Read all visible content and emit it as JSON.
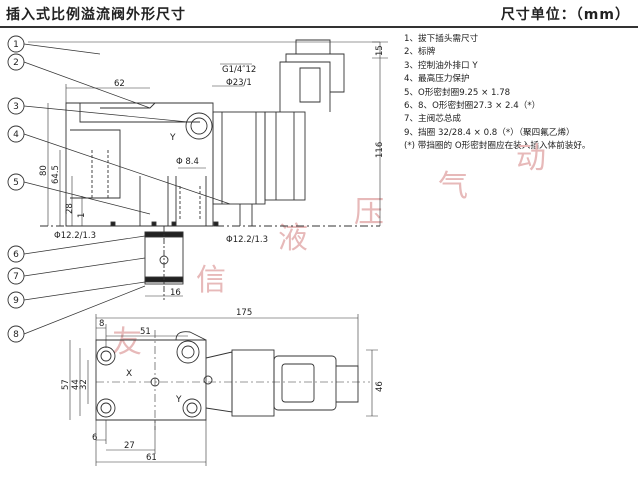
{
  "header": {
    "title": "插入式比例溢流阀外形尺寸",
    "unit": "尺寸单位：（mm）"
  },
  "legend": [
    "1、拔下插头需尺寸",
    "2、标牌",
    "3、控制油外排口 Y",
    "4、最高压力保护",
    "5、O形密封圈9.25 × 1.78",
    "6、8、O形密封圈27.3 × 2.4（*）",
    "7、主阀芯总成",
    "9、挡圈 32/28.4 × 0.8（*）（聚四氟乙烯）",
    "(*) 带挡圈的 O形密封圈应在装入插入体前装好。"
  ],
  "callouts": [
    "1",
    "2",
    "3",
    "4",
    "5",
    "6",
    "7",
    "8",
    "9"
  ],
  "dims": {
    "d15": "15",
    "d116": "116",
    "d62": "62",
    "d80": "80",
    "d64_5": "64.5",
    "d28": "28",
    "d1": "1",
    "port_thread": "G1/4″12",
    "port_dia": "Φ23/1",
    "phi8_4": "Φ 8.4",
    "phi12_left": "Φ12.2/1.3",
    "phi12_right": "Φ12.2/1.3",
    "d16": "16",
    "d175": "175",
    "d8": "8",
    "d51": "51",
    "d57": "57",
    "d44": "44",
    "d32": "32",
    "d46": "46",
    "d6": "6",
    "d27": "27",
    "d61": "61",
    "port_x": "X",
    "port_y": "Y",
    "port_y_top": "Y"
  },
  "watermark": [
    "友",
    "信",
    "液",
    "压",
    "气",
    "动"
  ]
}
